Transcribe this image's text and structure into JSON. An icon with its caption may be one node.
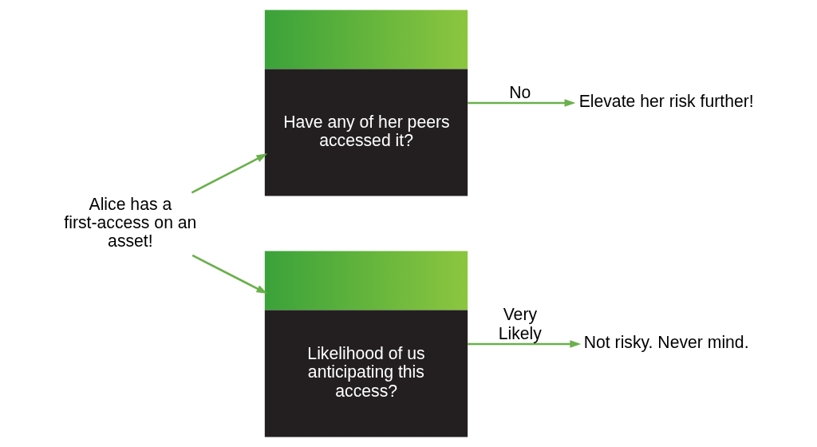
{
  "diagram": {
    "nodes": [
      {
        "text": [
          "Alice has a first-access on an asset!"
        ]
      },
      {
        "text": [
          "Have any of her peers accessed it?"
        ]
      },
      {
        "text": [
          "Likelihood of us anticipating this access?"
        ]
      },
      {
        "text": [
          "Elevate her risk further!"
        ]
      },
      {
        "text": [
          "Not risky. Never mind."
        ]
      }
    ],
    "edges": [
      {
        "from": 0,
        "to": 1,
        "arrow": "to"
      },
      {
        "from": 0,
        "to": 2,
        "arrow": "to"
      },
      {
        "from": 1,
        "to": 3,
        "arrow": "to",
        "label": "No"
      },
      {
        "from": 2,
        "to": 4,
        "arrow": "to",
        "label": "Very Likely"
      }
    ]
  }
}
